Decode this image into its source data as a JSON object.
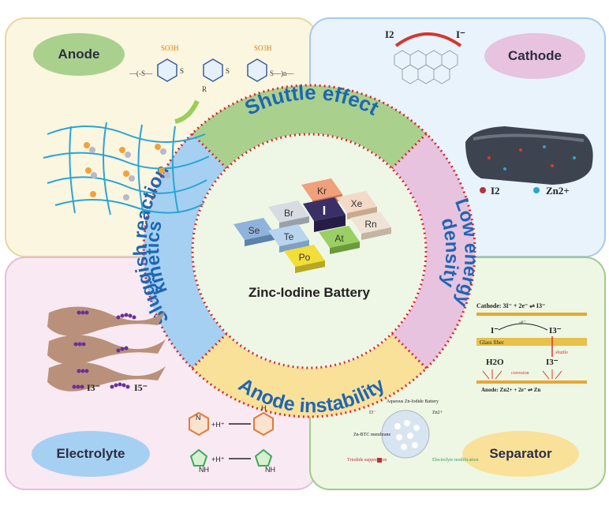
{
  "center": {
    "title": "Zinc-Iodine Battery"
  },
  "ring": {
    "top": "Shuttle  effect",
    "right": [
      "Low energy",
      "density"
    ],
    "bottom": "Anode instability",
    "left": [
      "Sluggish reaction",
      "kinetics"
    ]
  },
  "elements": {
    "kr": "Kr",
    "br": "Br",
    "se": "Se",
    "i": "I",
    "xe": "Xe",
    "te": "Te",
    "rn": "Rn",
    "at": "At",
    "po": "Po"
  },
  "anode": {
    "label": "Anode",
    "polymer_group": "SO3H",
    "polymer_left": "—(-S—",
    "polymer_mid": "S",
    "polymer_r": "R",
    "polymer_end": "S—)n—"
  },
  "cathode": {
    "label": "Cathode",
    "i2": "I2",
    "iminus": "I⁻",
    "legend_i2": "I2",
    "legend_zn": "Zn2+"
  },
  "electrolyte": {
    "label": "Electrolyte",
    "legend_i3": "I3⁻",
    "legend_i5": "I5⁻",
    "h_plus": "+H⁺",
    "nh": "NH",
    "n": "N",
    "h": "H"
  },
  "separator": {
    "label": "Separator",
    "cathode_eq": "Cathode: 3I⁻ + 2e⁻ ⇌ I3⁻",
    "iminus": "I⁻",
    "e_label": "-e⁻",
    "i3": "I3⁻",
    "glass_fiber": "Glass fiber",
    "shuttle": "shuttle",
    "h2o": "H2O",
    "corrosion": "corrosion",
    "anode_eq": "Anode: Zn2+ + 2e⁻ ⇌ Zn",
    "battery_title": "Aqueous Zn-Iodide Battery",
    "i3_small": "I3⁻",
    "zn_small": "Zn2+",
    "membrane": "Zn-BTC membrane",
    "triodide": "Triodide suppression",
    "electrolyte_mod": "Electrolyte modification"
  },
  "colors": {
    "ring_blue": "#a5d0f1",
    "ring_green": "#a9d18d",
    "ring_pink": "#e7c3df",
    "ring_yellow": "#fae199",
    "dots": "#e0262c",
    "title_blue": "#1f66b4"
  }
}
